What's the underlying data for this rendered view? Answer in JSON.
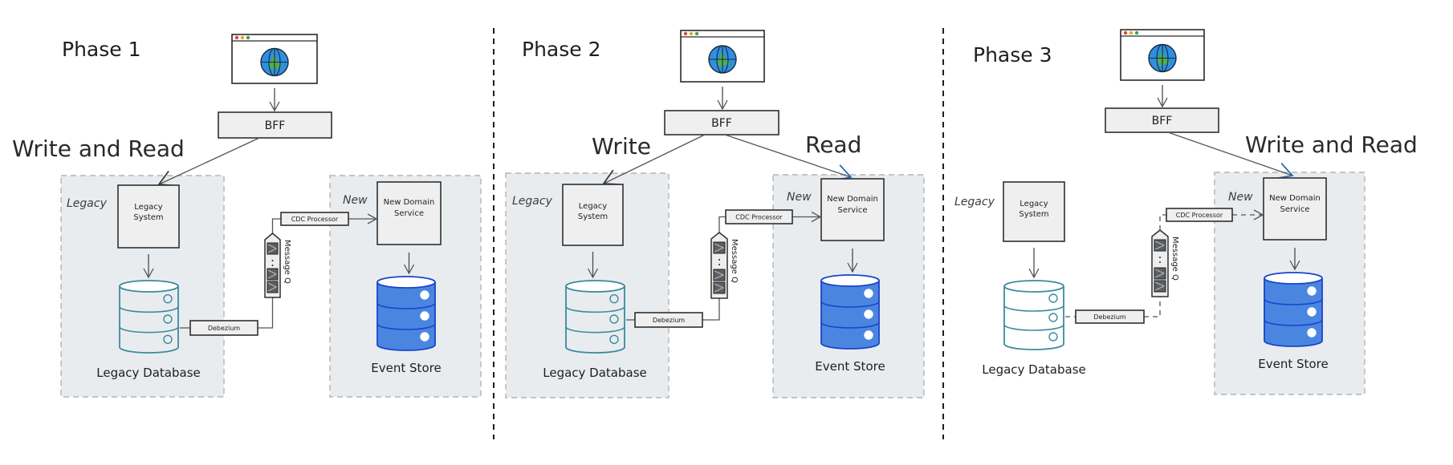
{
  "diagram": {
    "colors": {
      "ink": "#1e1e1e",
      "zone_fill": "#e9ecef",
      "node_fill": "#efefef",
      "primary_arrow": "#3b3b3b",
      "new_path_arrow": "#2f6bb5",
      "legacy_db_stroke": "#3a8a9e",
      "event_store_fill": "#4a86e0",
      "event_store_stroke": "#1a44cc",
      "globe_ocean": "#2f8fe0",
      "globe_land": "#4caf50",
      "window_dots": [
        "#e0443e",
        "#e0a92e",
        "#3aa44a"
      ]
    },
    "phases": [
      {
        "title": "Phase 1",
        "client_icon": "browser-globe-icon",
        "bff_label": "BFF",
        "routes": [
          {
            "label": "Write and Read",
            "target": "legacy-system",
            "style": "primary"
          }
        ],
        "legacy_zone": {
          "label": "Legacy",
          "shaded": true
        },
        "new_zone": {
          "label": "New",
          "shaded": true
        },
        "legacy_system_label": [
          "Legacy",
          "System"
        ],
        "legacy_db_label": "Legacy Database",
        "debezium_label": "Debezium",
        "queue_label": "Message Q",
        "cdc_label": "CDC Processor",
        "new_service_label": [
          "New Domain",
          "Service"
        ],
        "event_store_label": "Event Store",
        "pipeline_dashed": false
      },
      {
        "title": "Phase 2",
        "client_icon": "browser-globe-icon",
        "bff_label": "BFF",
        "routes": [
          {
            "label": "Write",
            "target": "legacy-system",
            "style": "primary"
          },
          {
            "label": "Read",
            "target": "new-domain-service",
            "style": "new_path"
          }
        ],
        "legacy_zone": {
          "label": "Legacy",
          "shaded": true
        },
        "new_zone": {
          "label": "New",
          "shaded": true
        },
        "legacy_system_label": [
          "Legacy",
          "System"
        ],
        "legacy_db_label": "Legacy Database",
        "debezium_label": "Debezium",
        "queue_label": "Message Q",
        "cdc_label": "CDC Processor",
        "new_service_label": [
          "New Domain",
          "Service"
        ],
        "event_store_label": "Event Store",
        "pipeline_dashed": false
      },
      {
        "title": "Phase 3",
        "client_icon": "browser-globe-icon",
        "bff_label": "BFF",
        "routes": [
          {
            "label": "Write and Read",
            "target": "new-domain-service",
            "style": "new_path"
          }
        ],
        "legacy_zone": {
          "label": "Legacy",
          "shaded": false
        },
        "new_zone": {
          "label": "New",
          "shaded": true
        },
        "legacy_system_label": [
          "Legacy",
          "System"
        ],
        "legacy_db_label": "Legacy Database",
        "debezium_label": "Debezium",
        "queue_label": "Message Q",
        "cdc_label": "CDC Processor",
        "new_service_label": [
          "New Domain",
          "Service"
        ],
        "event_store_label": "Event Store",
        "pipeline_dashed": true
      }
    ]
  }
}
